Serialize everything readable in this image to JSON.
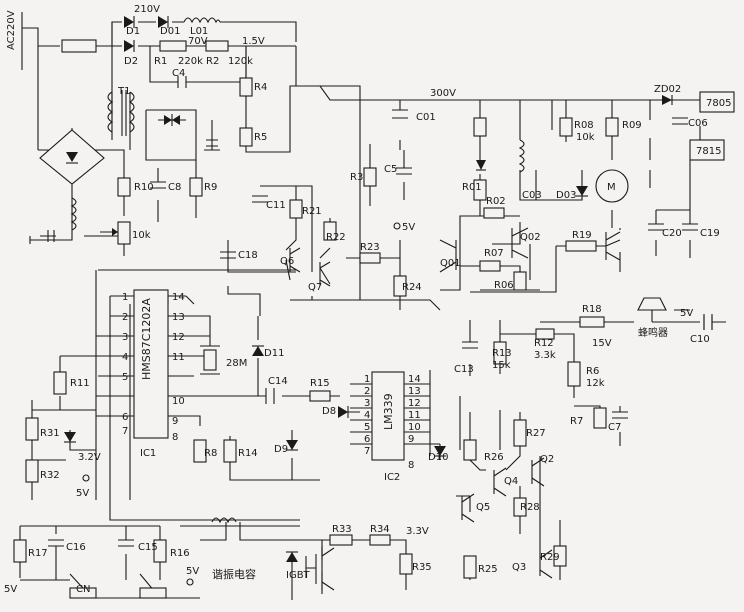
{
  "nets": {
    "ac": "AC220V",
    "v210": "210V",
    "v70": "70V",
    "v15": "1.5V",
    "v300": "300V",
    "v5a": "5V",
    "v5b": "5V",
    "v5c": "5V",
    "v5d": "5V",
    "v5e": "5V",
    "v15v": "15V",
    "v32": "3.2V",
    "v33": "3.3V",
    "cn": "CN"
  },
  "parts": {
    "D1": "D1",
    "D01": "D01",
    "L01": "L01",
    "D2": "D2",
    "R1": "R1",
    "R1v": "220k",
    "R2": "R2",
    "R2v": "120k",
    "C4": "C4",
    "T1": "T1",
    "R4": "R4",
    "R5": "R5",
    "R10": "R10",
    "C8": "C8",
    "R9": "R9",
    "P10k": "10k",
    "C01": "C01",
    "C5": "C5",
    "R3": "R3",
    "R08": "R08",
    "R08v": "10k",
    "R09": "R09",
    "ZD02": "ZD02",
    "IC7805": "7805",
    "IC7815": "7815",
    "C06": "C06",
    "C20": "C20",
    "C19": "C19",
    "M": "M",
    "R01": "R01",
    "R02": "R02",
    "C03": "C03",
    "D03": "D03",
    "Q01": "Q01",
    "R07": "R07",
    "Q02": "Q02",
    "R06": "R06",
    "R19": "R19",
    "C11": "C11",
    "R21": "R21",
    "R22": "R22",
    "Q6": "Q6",
    "Q7": "Q7",
    "C18": "C18",
    "R23": "R23",
    "R24": "R24",
    "HMS": "HMS87C1202A",
    "IC1": "IC1",
    "X28": "28M",
    "D11": "D11",
    "C14": "C14",
    "R15": "R15",
    "D8": "D8",
    "D9": "D9",
    "LM339": "LM339",
    "IC2": "IC2",
    "D10": "D10",
    "R11": "R11",
    "R31": "R31",
    "R32": "R32",
    "R8": "R8",
    "R14": "R14",
    "C13": "C13",
    "R13": "R13",
    "R13v": "15k",
    "R12": "R12",
    "R12v": "3.3k",
    "R18": "R18",
    "R6": "R6",
    "R6v": "12k",
    "R7": "R7",
    "C7": "C7",
    "C10": "C10",
    "BUZ": "蜂鸣器",
    "R27": "R27",
    "R26": "R26",
    "Q2": "Q2",
    "Q4": "Q4",
    "Q5": "Q5",
    "R28": "R28",
    "R29": "R29",
    "Q3": "Q3",
    "R17": "R17",
    "C16": "C16",
    "C15": "C15",
    "R16": "R16",
    "XZ": "谐振电容",
    "R33": "R33",
    "R34": "R34",
    "IGBT": "IGBT",
    "R35": "R35",
    "R25": "R25"
  },
  "ic1_pins": {
    "left": [
      "1",
      "2",
      "3",
      "4",
      "5",
      "6",
      "7"
    ],
    "right": [
      "14",
      "13",
      "12",
      "11",
      "10",
      "9",
      "8"
    ]
  },
  "ic2_pins": {
    "left": [
      "1",
      "2",
      "3",
      "4",
      "5",
      "6",
      "7"
    ],
    "right": [
      "14",
      "13",
      "12",
      "11",
      "10",
      "9",
      "8"
    ]
  }
}
